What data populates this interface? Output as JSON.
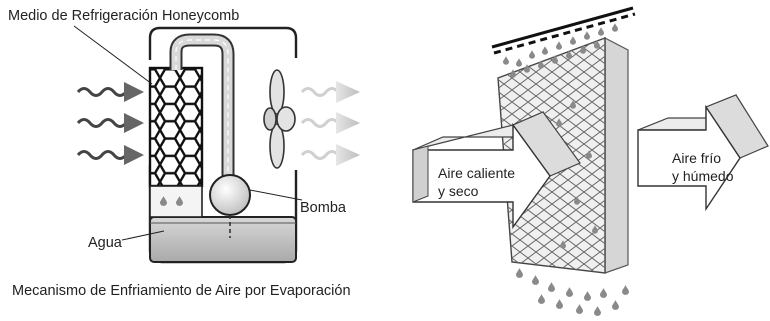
{
  "left_panel": {
    "medium_label": "Medio de Refrigeración Honeycomb",
    "pump_label": "Bomba",
    "water_label": "Agua",
    "caption": "Mecanismo de Enfriamiento de Aire por Evaporación"
  },
  "right_panel": {
    "hot_air_line1": "Aire caliente",
    "hot_air_line2": "y seco",
    "cold_air_line1": "Aire frío",
    "cold_air_line2": "y húmedo"
  }
}
